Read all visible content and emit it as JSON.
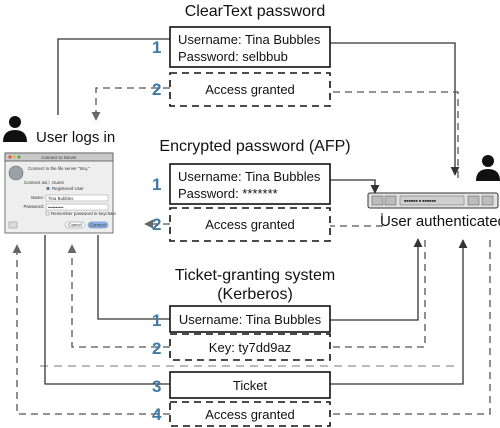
{
  "diagram": {
    "sections": [
      {
        "title_lines": [
          "ClearText password"
        ],
        "steps": [
          {
            "number": "1",
            "lines": [
              "Username: Tina Bubbles",
              "Password: selbbub"
            ],
            "style": "solid"
          },
          {
            "number": "2",
            "lines": [
              "Access granted"
            ],
            "style": "dashed"
          }
        ]
      },
      {
        "title_lines": [
          "Encrypted password (AFP)"
        ],
        "steps": [
          {
            "number": "1",
            "lines": [
              "Username: Tina Bubbles",
              "Password: *******"
            ],
            "style": "solid"
          },
          {
            "number": "2",
            "lines": [
              "Access granted"
            ],
            "style": "dashed"
          }
        ]
      },
      {
        "title_lines": [
          "Ticket-granting system",
          "(Kerberos)"
        ],
        "steps": [
          {
            "number": "1",
            "lines": [
              "Username: Tina Bubbles"
            ],
            "style": "solid"
          },
          {
            "number": "2",
            "lines": [
              "Key: ty7dd9az"
            ],
            "style": "dashed"
          },
          {
            "number": "3",
            "lines": [
              "Ticket"
            ],
            "style": "solid"
          },
          {
            "number": "4",
            "lines": [
              "Access granted"
            ],
            "style": "dashed"
          }
        ]
      }
    ],
    "client_label": "User logs in",
    "server_label": "User authenticated",
    "client_dialog": {
      "window_title": "Connect to Server",
      "prompt": "Connect to the file server \"tmq.\"",
      "connect_as_label": "Connect as:",
      "guest_option": "Guest",
      "registered_option": "Registered User",
      "name_label": "Name:",
      "name_value": "Tina Bubbles",
      "password_label": "Password:",
      "password_value": "••••••••••",
      "remember_label": "Remember password in keychain",
      "cancel_label": "Cancel",
      "connect_label": "Connect"
    },
    "server_panel_text": "■■■■■■ ■ ■■■■■■",
    "colors": {
      "step_number": "#3f78a6",
      "line": "#333333",
      "box_border": "#111111"
    }
  }
}
